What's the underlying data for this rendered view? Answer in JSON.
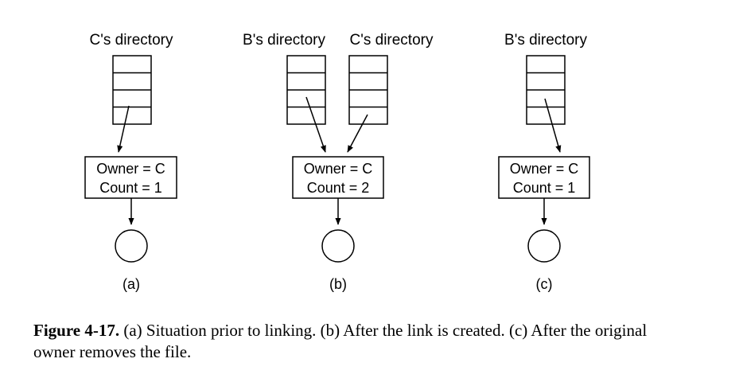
{
  "panels": [
    {
      "id": "a",
      "label": "(a)",
      "directories": [
        {
          "name": "C's directory"
        }
      ],
      "inode": {
        "owner_line": "Owner = C",
        "count_line": "Count = 1"
      }
    },
    {
      "id": "b",
      "label": "(b)",
      "directories": [
        {
          "name": "B's directory"
        },
        {
          "name": "C's directory"
        }
      ],
      "inode": {
        "owner_line": "Owner = C",
        "count_line": "Count = 2"
      }
    },
    {
      "id": "c",
      "label": "(c)",
      "directories": [
        {
          "name": "B's directory"
        }
      ],
      "inode": {
        "owner_line": "Owner = C",
        "count_line": "Count = 1"
      }
    }
  ],
  "caption": {
    "figure_number": "Figure 4-17.",
    "text": "(a) Situation prior to linking. (b) After the link is created. (c) After the original owner removes the file."
  }
}
